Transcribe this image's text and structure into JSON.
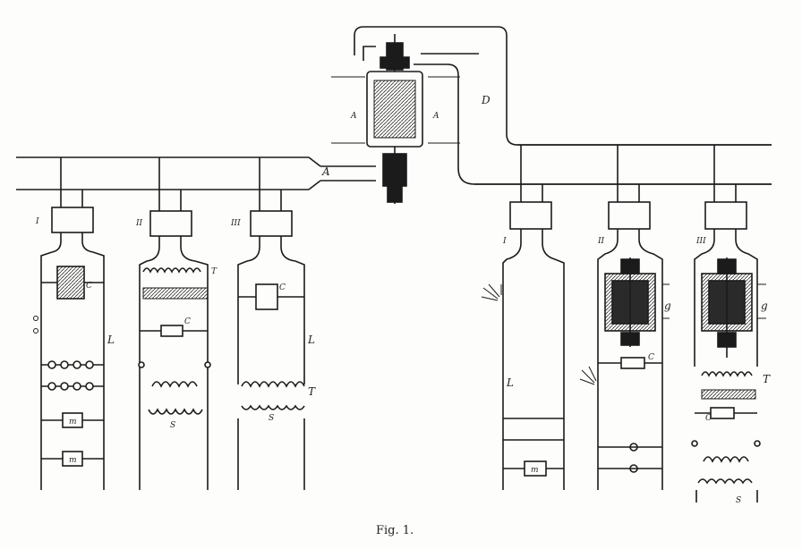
{
  "caption": "Fig. 1.",
  "labels": {
    "main_leads": "A",
    "rotary_lead": "D",
    "conv_left": "A",
    "conv_right": "A",
    "circuit_left": [
      {
        "switch": "I",
        "device": "C",
        "line": "L"
      },
      {
        "switch": "II",
        "device": "C",
        "coil": "T",
        "secondary": "S"
      },
      {
        "switch": "III",
        "device": "C",
        "line": "L",
        "coil": "T",
        "secondary": "S"
      }
    ],
    "circuit_right": [
      {
        "switch": "I",
        "line": "L"
      },
      {
        "switch": "II",
        "motor": "g",
        "device": "C"
      },
      {
        "switch": "III",
        "motor": "g",
        "device": "C",
        "coil": "T",
        "secondary": "S"
      }
    ],
    "lamp_symbol": "m"
  },
  "colors": {
    "ink": "#1b1b1b",
    "paper": "#fdfdfb",
    "shade": "#2a2a2a"
  }
}
